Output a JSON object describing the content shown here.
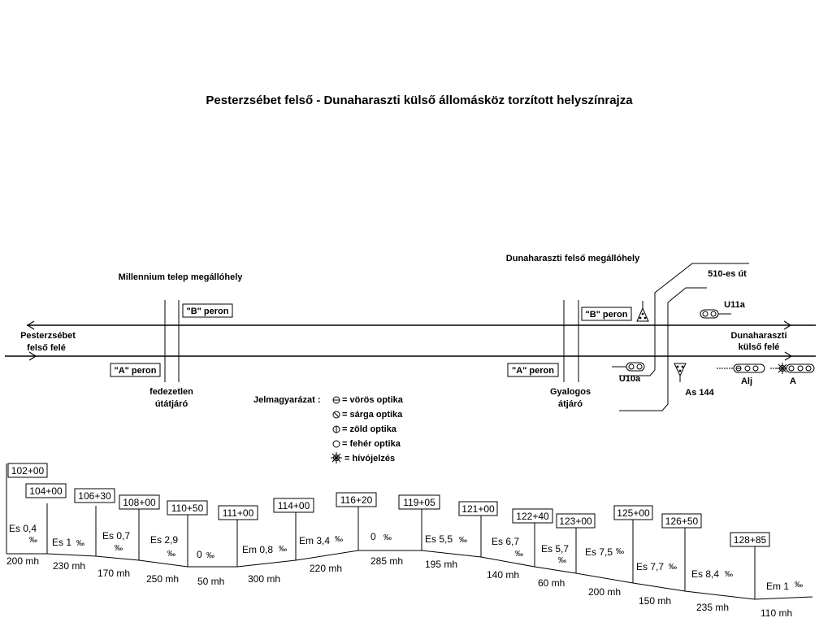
{
  "title": "Pesterzsébet felső - Dunaharaszti külső állomásköz torzított helyszínrajza",
  "stations": {
    "millennium": "Millennium telep megállóhely",
    "dunaharaszti_felso": "Dunaharaszti felső megállóhely"
  },
  "directions": {
    "left_line1": "Pesterzsébet",
    "left_line2": "felső felé",
    "right_line1": "Dunaharaszti",
    "right_line2": "külső felé"
  },
  "platforms": {
    "b_left": "\"B\" peron",
    "a_left": "\"A\" peron",
    "b_right": "\"B\" peron",
    "a_right": "\"A\" peron"
  },
  "crossings": {
    "left_line1": "fedezetlen",
    "left_line2": "útátjáró",
    "right_line1": "Gyalogos",
    "right_line2": "átjáró"
  },
  "road": "510-es út",
  "signals": {
    "u11a": "U11a",
    "u10a": "U10a",
    "as144": "As 144",
    "alj": "Alj",
    "a": "A"
  },
  "legend": {
    "title": "Jelmagyarázat :",
    "items": [
      {
        "icon": "red-optic-icon",
        "label": "= vörös optika"
      },
      {
        "icon": "yellow-optic-icon",
        "label": "= sárga optika"
      },
      {
        "icon": "green-optic-icon",
        "label": "= zöld optika"
      },
      {
        "icon": "white-optic-icon",
        "label": "= fehér optika"
      },
      {
        "icon": "call-on-signal-icon",
        "label": "= hívójelzés"
      }
    ]
  },
  "profile": {
    "chainages": [
      "102+00",
      "104+00",
      "106+30",
      "108+00",
      "110+50",
      "111+00",
      "114+00",
      "116+20",
      "119+05",
      "121+00",
      "122+40",
      "123+00",
      "125+00",
      "126+50",
      "128+85"
    ],
    "segments": [
      {
        "grade": "Es 0,4",
        "unit": "‰",
        "length": "200 mh"
      },
      {
        "grade": "Es 1",
        "unit": "‰",
        "length": "230 mh"
      },
      {
        "grade": "Es 0,7",
        "unit": "‰",
        "length": "170 mh"
      },
      {
        "grade": "Es 2,9",
        "unit": "‰",
        "length": "250 mh"
      },
      {
        "grade": "0",
        "unit": "‰",
        "length": "50 mh"
      },
      {
        "grade": "Em 0,8",
        "unit": "‰",
        "length": "300 mh"
      },
      {
        "grade": "Em 3,4",
        "unit": "‰",
        "length": "220 mh"
      },
      {
        "grade": "0",
        "unit": "‰",
        "length": "285 mh"
      },
      {
        "grade": "Es 5,5",
        "unit": "‰",
        "length": "195 mh"
      },
      {
        "grade": "Es 6,7",
        "unit": "‰",
        "length": "140 mh"
      },
      {
        "grade": "Es 5,7",
        "unit": "‰",
        "length": "60 mh"
      },
      {
        "grade": "Es 7,5",
        "unit": "‰",
        "length": "200 mh"
      },
      {
        "grade": "Es 7,7",
        "unit": "‰",
        "length": "150 mh"
      },
      {
        "grade": "Es 8,4",
        "unit": "‰",
        "length": "235 mh"
      },
      {
        "grade": "Em 1",
        "unit": "‰",
        "length": "110 mh"
      }
    ]
  }
}
